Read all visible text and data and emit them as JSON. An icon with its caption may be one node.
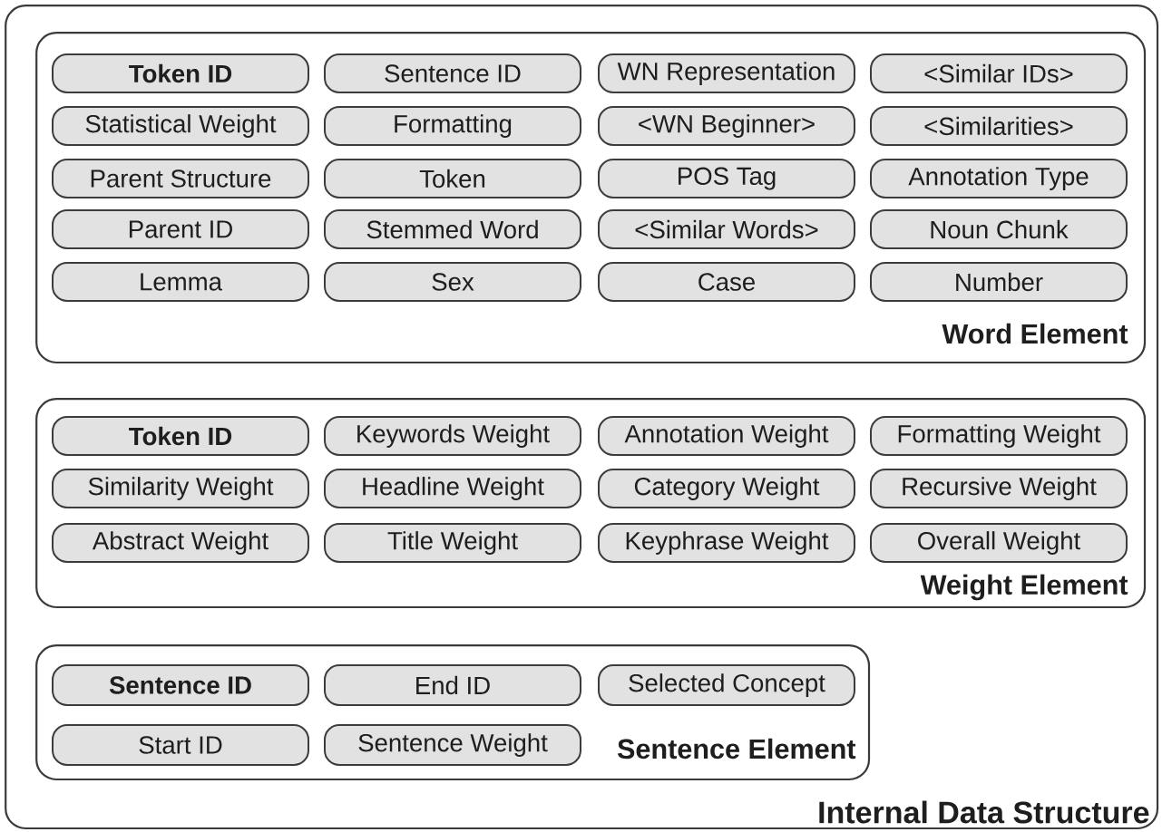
{
  "diagram": {
    "nodes": [
      {
        "text": [
          "Internal Data Structure"
        ]
      },
      {
        "text": [
          "Word Element"
        ],
        "in": 0
      },
      {
        "text": [
          "Token ID"
        ],
        "in": 1
      },
      {
        "text": [
          "Sentence ID"
        ],
        "in": 1
      },
      {
        "text": [
          "WN Representation"
        ],
        "in": 1
      },
      {
        "text": [
          "<Similar IDs>"
        ],
        "in": 1
      },
      {
        "text": [
          "Statistical Weight"
        ],
        "in": 1
      },
      {
        "text": [
          "Formatting"
        ],
        "in": 1
      },
      {
        "text": [
          "<WN Beginner>"
        ],
        "in": 1
      },
      {
        "text": [
          "<Similarities>"
        ],
        "in": 1
      },
      {
        "text": [
          "Parent Structure"
        ],
        "in": 1
      },
      {
        "text": [
          "Token"
        ],
        "in": 1
      },
      {
        "text": [
          "POS Tag"
        ],
        "in": 1
      },
      {
        "text": [
          "Annotation Type"
        ],
        "in": 1
      },
      {
        "text": [
          "Parent ID"
        ],
        "in": 1
      },
      {
        "text": [
          "Stemmed Word"
        ],
        "in": 1
      },
      {
        "text": [
          "<Similar Words>"
        ],
        "in": 1
      },
      {
        "text": [
          "Noun Chunk"
        ],
        "in": 1
      },
      {
        "text": [
          "Lemma"
        ],
        "in": 1
      },
      {
        "text": [
          "Sex"
        ],
        "in": 1
      },
      {
        "text": [
          "Case"
        ],
        "in": 1
      },
      {
        "text": [
          "Number"
        ],
        "in": 1
      },
      {
        "text": [
          "Weight Element"
        ],
        "in": 0
      },
      {
        "text": [
          "Token ID"
        ],
        "in": 22
      },
      {
        "text": [
          "Keywords Weight"
        ],
        "in": 22
      },
      {
        "text": [
          "Annotation Weight"
        ],
        "in": 22
      },
      {
        "text": [
          "Formatting Weight"
        ],
        "in": 22
      },
      {
        "text": [
          "Similarity Weight"
        ],
        "in": 22
      },
      {
        "text": [
          "Headline Weight"
        ],
        "in": 22
      },
      {
        "text": [
          "Category Weight"
        ],
        "in": 22
      },
      {
        "text": [
          "Recursive Weight"
        ],
        "in": 22
      },
      {
        "text": [
          "Abstract Weight"
        ],
        "in": 22
      },
      {
        "text": [
          "Title Weight"
        ],
        "in": 22
      },
      {
        "text": [
          "Keyphrase Weight"
        ],
        "in": 22
      },
      {
        "text": [
          "Overall Weight"
        ],
        "in": 22
      },
      {
        "text": [
          "Sentence Element"
        ],
        "in": 0
      },
      {
        "text": [
          "Sentence ID"
        ],
        "in": 35
      },
      {
        "text": [
          "End ID"
        ],
        "in": 35
      },
      {
        "text": [
          "Selected Concept"
        ],
        "in": 35
      },
      {
        "text": [
          "Start ID"
        ],
        "in": 35
      },
      {
        "text": [
          "Sentence Weight"
        ],
        "in": 35
      }
    ]
  }
}
